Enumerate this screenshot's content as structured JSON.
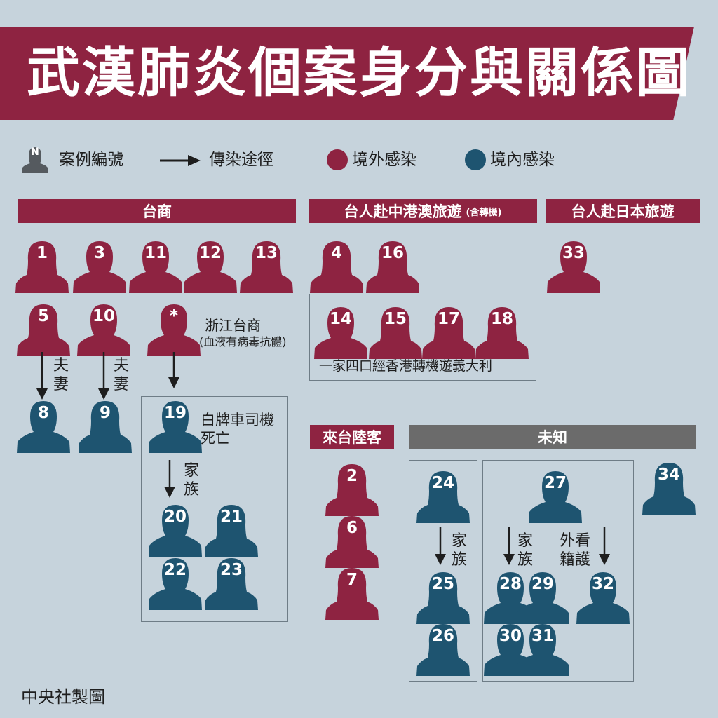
{
  "title": "武漢肺炎個案身分與關係圖",
  "colors": {
    "banner": "#8e2341",
    "imported": "#8e2341",
    "local": "#1e5470",
    "unknown_bar": "#6b6b6b",
    "background": "#c6d3dc",
    "legend_icon": "#555a5f"
  },
  "legend": {
    "case_icon_letter": "N",
    "case_number": "案例編號",
    "transmission": "傳染途徑",
    "imported": "境外感染",
    "local": "境內感染"
  },
  "groups": {
    "taiwan_business": "台商",
    "china_hk_macau_tour": "台人赴中港澳旅遊",
    "china_hk_macau_tour_note": "(含轉機)",
    "japan_tour": "台人赴日本旅遊",
    "chinese_visitors": "來台陸客",
    "unknown": "未知"
  },
  "cases": {
    "c1": "1",
    "c3": "3",
    "c11": "11",
    "c12": "12",
    "c13": "13",
    "c4": "4",
    "c16": "16",
    "c33": "33",
    "c5": "5",
    "c10": "10",
    "c_star": "*",
    "c14": "14",
    "c15": "15",
    "c17": "17",
    "c18": "18",
    "c8": "8",
    "c9": "9",
    "c19": "19",
    "c20": "20",
    "c21": "21",
    "c22": "22",
    "c23": "23",
    "c2": "2",
    "c6": "6",
    "c7": "7",
    "c24": "24",
    "c25": "25",
    "c26": "26",
    "c27": "27",
    "c28": "28",
    "c29": "29",
    "c30": "30",
    "c31": "31",
    "c32": "32",
    "c34": "34"
  },
  "labels": {
    "spouse_a": "夫\n妻",
    "spouse_b": "夫\n妻",
    "zhejiang_line1": "浙江台商",
    "zhejiang_line2": "(血液有病毒抗體)",
    "family_of_four": "一家四口經香港轉機遊義大利",
    "driver_line1": "白牌車司機",
    "driver_line2": "死亡",
    "family_a": "家\n族",
    "family_b": "家\n族",
    "family_c": "家\n族",
    "foreign_caregiver": "外看\n籍護"
  },
  "credit": "中央社製圖"
}
